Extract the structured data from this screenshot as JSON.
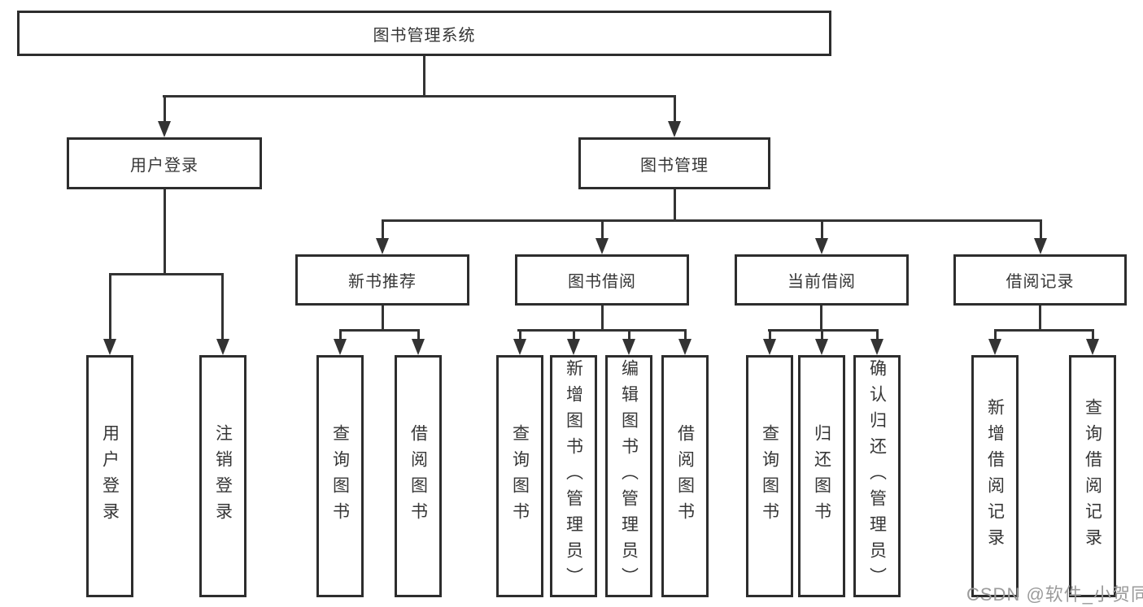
{
  "diagram": {
    "root": {
      "label": "图书管理系统"
    },
    "level2": [
      {
        "label": "用户登录"
      },
      {
        "label": "图书管理"
      }
    ],
    "level3": [
      {
        "label": "新书推荐"
      },
      {
        "label": "图书借阅"
      },
      {
        "label": "当前借阅"
      },
      {
        "label": "借阅记录"
      }
    ],
    "leaves": [
      {
        "label": "用户登录"
      },
      {
        "label": "注销登录"
      },
      {
        "label": "查询图书"
      },
      {
        "label": "借阅图书"
      },
      {
        "label": "查询图书"
      },
      {
        "label": "新增图书（管理员）"
      },
      {
        "label": "编辑图书（管理员）"
      },
      {
        "label": "借阅图书"
      },
      {
        "label": "查询图书"
      },
      {
        "label": "归还图书"
      },
      {
        "label": "确认归还（管理员）"
      },
      {
        "label": "新增借阅记录"
      },
      {
        "label": "查询借阅记录"
      }
    ],
    "colors": {
      "line": "#333333",
      "box_border": "#2d2d2d",
      "text": "#363636",
      "background": "#ffffff"
    }
  },
  "watermark": {
    "text": "CSDN @软件_小贺同学",
    "color": "#9b9b9b"
  }
}
